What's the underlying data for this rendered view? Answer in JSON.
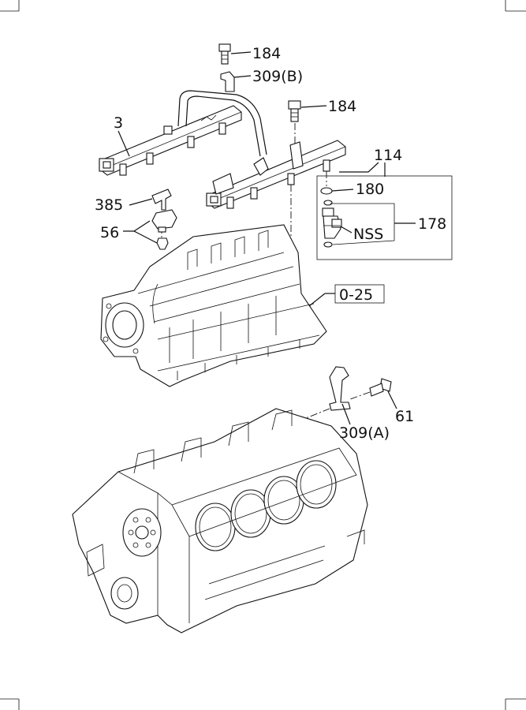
{
  "callouts": {
    "c184_top": "184",
    "c309b": "309(B)",
    "c184_right": "184",
    "c3": "3",
    "c114": "114",
    "c180": "180",
    "c385": "385",
    "c178": "178",
    "cnss": "NSS",
    "c56": "56",
    "c025": "0-25",
    "c61": "61",
    "c309a": "309(A)"
  }
}
